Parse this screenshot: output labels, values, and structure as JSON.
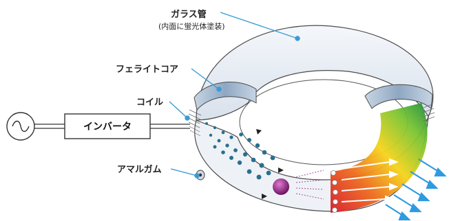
{
  "labels": {
    "glass_tube": "ガラス管",
    "glass_tube_note": "(内面に蛍光体塗装)",
    "ferrite_core": "フェライトコア",
    "coil": "コイル",
    "inverter": "インバータ",
    "amalgam": "アマルガム"
  },
  "colors": {
    "leader_line": "#3a9bd5",
    "tube_light": "#e8eef6",
    "core_band": "#9db3cc",
    "particle_dot": "#2a6f8f",
    "mercury_atom": "#8b2a7a",
    "light_arrow": "#2e9ae0"
  },
  "icons": {
    "ac_source": "ac-source-icon"
  }
}
